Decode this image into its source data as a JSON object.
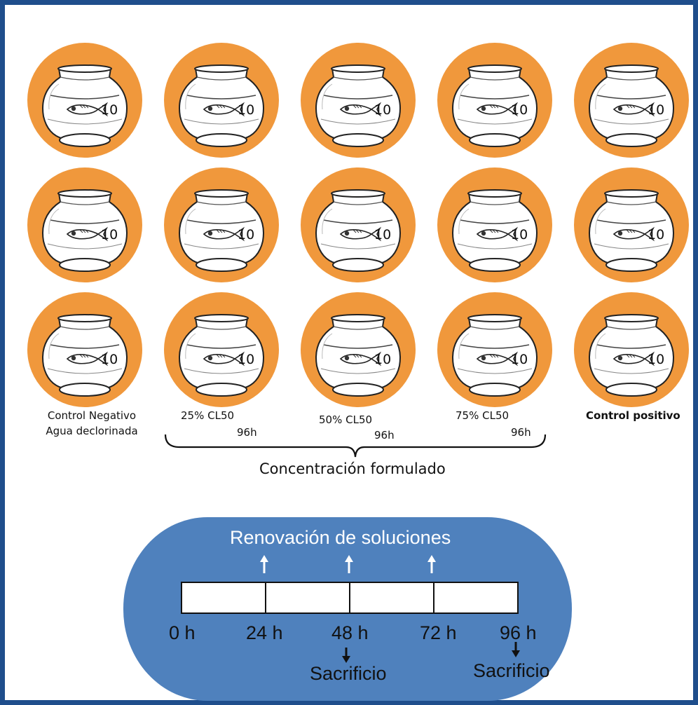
{
  "bowl_count_label": "10",
  "colors": {
    "circle": "#f0983c",
    "frame": "#1f4e8c",
    "panel": "#4f81bd"
  },
  "labels": {
    "control_neg_line1": "Control Negativo",
    "control_neg_line2": "Agua declorinada",
    "c25_line1": "25% CL50",
    "c25_line2": "96h",
    "c50_line1": "50% CL50",
    "c50_line2": "96h",
    "c75_line1": "75% CL50",
    "c75_line2": "96h",
    "control_pos": "Control positivo"
  },
  "brace_label": "Concentración formulado",
  "timeline": {
    "title": "Renovación de soluciones",
    "ticks": [
      "0 h",
      "24 h",
      "48 h",
      "72 h",
      "96 h"
    ],
    "sacrifice": "Sacrificio"
  }
}
